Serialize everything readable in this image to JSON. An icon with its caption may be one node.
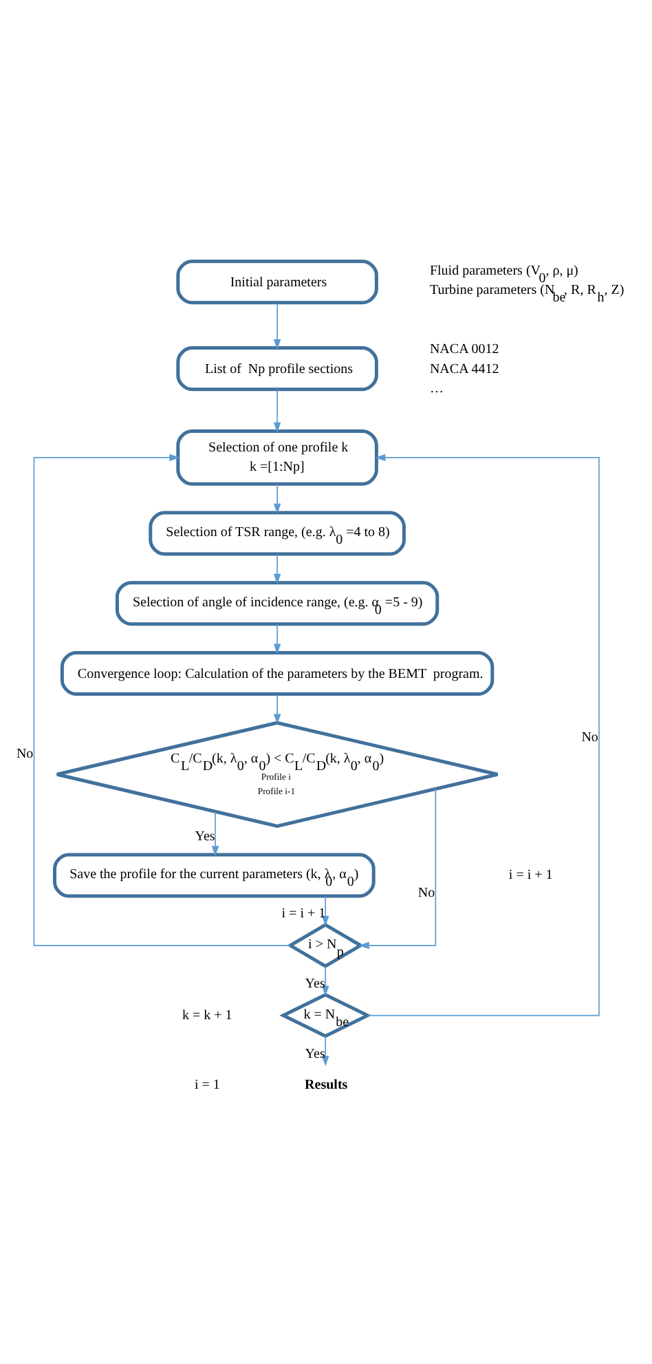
{
  "diagram": {
    "nodes": [
      {
        "text": [
          "Initial parameters"
        ],
        "beside": [
          "Fluid parameters (V$_{0}$, ρ, μ)",
          "Turbine parameters (N$_{be}$, R, R$_{h}$, Z)"
        ]
      },
      {
        "text": [
          "List of  Np profile sections"
        ],
        "beside": [
          "NACA 0012",
          "NACA 4412",
          "…"
        ]
      },
      {
        "text": [
          "Selection of one profile k",
          "k =[1:Np]"
        ]
      },
      {
        "text": [
          "Selection of TSR range, (e.g. λ$_{0}$ =4 to 8)"
        ]
      },
      {
        "text": [
          "Selection of angle of incidence range, (e.g. α$_{0}$ =5 - 9)"
        ]
      },
      {
        "text": [
          "Convergence loop: Calculation of the parameters by the BEMT  program."
        ]
      },
      {
        "text": [
          "C$_{L}$/C$_{D}$(k, λ$_{0}$, α$_{0}$) < C$_{L}$/C$_{D}$(k, λ$_{0}$, α$_{0}$)",
          "Profile i",
          "Profile i-1"
        ]
      },
      {
        "text": [
          "Save the profile for the current parameters (k, λ$_{0}$, α$_{0}$)"
        ]
      },
      {
        "text": [
          "i > N$_{p}$"
        ]
      },
      {
        "text": [
          "k = N$_{be}$"
        ]
      },
      {
        "text": [
          "Results"
        ]
      }
    ],
    "edges": [
      {
        "from": 0,
        "to": 1,
        "arrow": "to"
      },
      {
        "from": 1,
        "to": 2,
        "arrow": "to"
      },
      {
        "from": 2,
        "to": 3,
        "arrow": "to"
      },
      {
        "from": 3,
        "to": 4,
        "arrow": "to"
      },
      {
        "from": 4,
        "to": 5,
        "arrow": "to"
      },
      {
        "from": 5,
        "to": 6,
        "arrow": "to"
      },
      {
        "from": 6,
        "to": 7,
        "label": "Yes",
        "arrow": "to"
      },
      {
        "from": 6,
        "to": 8,
        "label": "No",
        "arrow": "to"
      },
      {
        "from": 7,
        "to": 8,
        "label": "i = i + 1",
        "arrow": "to"
      },
      {
        "from": 8,
        "to": 2,
        "label": "No",
        "arrow": "to"
      },
      {
        "from": 8,
        "to": 9,
        "label": "Yes",
        "arrow": "to"
      },
      {
        "from": 9,
        "to": 2,
        "label": "No",
        "arrow": "to"
      },
      {
        "from": 9,
        "to": 10,
        "label": "Yes",
        "arrow": "to"
      }
    ],
    "labels": [
      "i = i + 1",
      "k = k + 1",
      "i = 1"
    ]
  }
}
